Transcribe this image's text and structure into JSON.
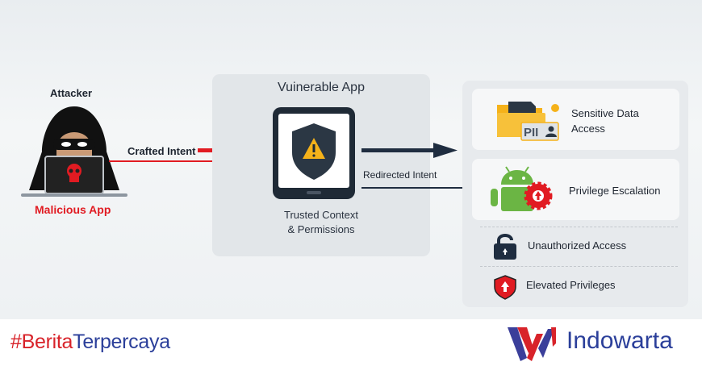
{
  "attacker": {
    "label": "Attacker",
    "app_label": "Malicious App",
    "flow_label": "Crafted Intent"
  },
  "vulnerable": {
    "title": "Vuinerable App",
    "caption_line1": "Trusted Context",
    "caption_line2": "& Permissions",
    "flow_label": "Redirected Intent"
  },
  "impacts": [
    {
      "label_line1": "Sensitive Data",
      "label_line2": "Access",
      "icon": "folder-pii-icon",
      "badge": "PII"
    },
    {
      "label": "Privilege Escalation",
      "icon": "android-gear-icon"
    },
    {
      "label": "Unauthorized Access",
      "icon": "unlocked-padlock-icon"
    },
    {
      "label": "Elevated Privileges",
      "icon": "shield-up-icon"
    }
  ],
  "footer": {
    "hashtag_red": "#Berita",
    "hashtag_blue": "Terpercaya",
    "brand": "Indowarta"
  },
  "colors": {
    "red": "#e11b22",
    "navy": "#1f2d40",
    "blue": "#2b3f9a",
    "green": "#6bb544",
    "amber": "#f5b21a"
  }
}
